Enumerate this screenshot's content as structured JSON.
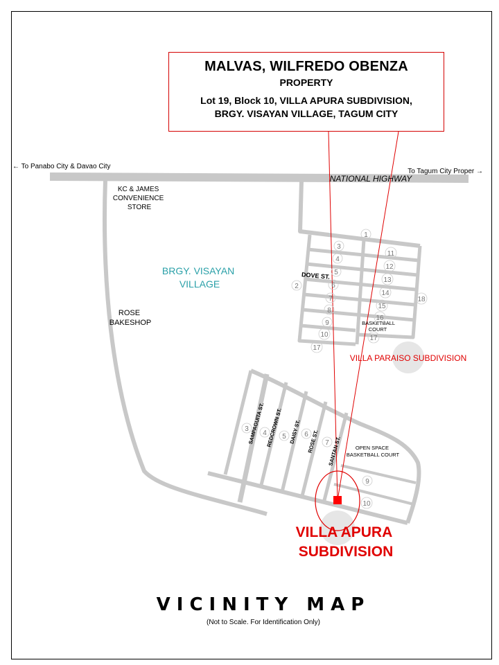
{
  "header": {
    "owner": "MALVAS, WILFREDO OBENZA",
    "property": "PROPERTY",
    "address_line1": "Lot 19, Block 10, VILLA APURA SUBDIVISION,",
    "address_line2": "BRGY. VISAYAN VILLAGE, TAGUM CITY"
  },
  "directions": {
    "west": "← To Panabo City & Davao City",
    "east": "To Tagum City Proper →"
  },
  "roads": {
    "highway": "NATIONAL HIGHWAY",
    "dove": "DOVE  ST.",
    "sampaguita": "SAMPAGUITA  ST.",
    "redcrown": "REDCROWN  ST.",
    "daisy": "DAISY  ST.",
    "rose": "ROSE  ST.",
    "santan": "SANTAN  ST."
  },
  "places": {
    "kc_line1": "KC & JAMES",
    "kc_line2": "CONVENIENCE",
    "kc_line3": "STORE",
    "barangay_line1": "BRGY. VISAYAN",
    "barangay_line2": "VILLAGE",
    "rose_line1": "ROSE",
    "rose_line2": "BAKESHOP",
    "court_line1": "BASKETBALL",
    "court_line2": "COURT",
    "paraiso": "VILLA PARAISO SUBDIVISION",
    "open_line1": "OPEN SPACE",
    "open_line2": "BASKETBALL COURT",
    "apura_line1": "VILLA  APURA",
    "apura_line2": "SUBDIVISION"
  },
  "block_numbers": {
    "n1": "1",
    "n2": "2",
    "n3": "3",
    "n4": "4",
    "n5": "5",
    "n6": "6",
    "n7": "7",
    "n8": "8",
    "n9": "9",
    "n10": "10",
    "n11": "11",
    "n12": "12",
    "n13": "13",
    "n14": "14",
    "n15": "15",
    "n16": "16",
    "n17a": "17",
    "n17b": "17",
    "n18": "18",
    "s3": "3",
    "s4": "4",
    "s5": "5",
    "s6": "6",
    "s7": "7",
    "s9": "9",
    "s10": "10"
  },
  "footer": {
    "title": "VICINITY MAP",
    "note": "(Not to Scale. For Identification Only)"
  },
  "colors": {
    "road": "#c8c8c8",
    "marker": "#ff0000",
    "callout": "#d40000",
    "barangay_text": "#2aa0a8",
    "place_highlight": "#e6e6e6"
  }
}
